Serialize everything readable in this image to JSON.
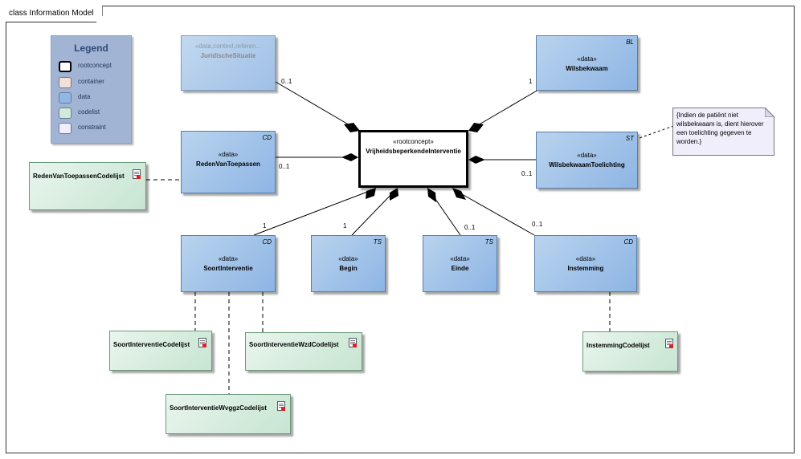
{
  "diagram": {
    "title": "class Information Model"
  },
  "legend": {
    "title": "Legend",
    "items": [
      {
        "label": "rootconcept",
        "color": "#ffffff"
      },
      {
        "label": "container",
        "color": "#f5e0d8"
      },
      {
        "label": "data",
        "color": "#8fb8e6"
      },
      {
        "label": "codelist",
        "color": "#d2eadb"
      },
      {
        "label": "constraint",
        "color": "#efeefa"
      }
    ]
  },
  "root": {
    "stereotype": "«rootconcept»",
    "name": "VrijheidsbeperkendeInterventie"
  },
  "classes": {
    "juridische": {
      "stereotype": "«data,context,referen...",
      "name": "JuridischeSituatie",
      "tag": ""
    },
    "wilsbekwaam": {
      "stereotype": "«data»",
      "name": "Wilsbekwaam",
      "tag": "BL"
    },
    "reden": {
      "stereotype": "«data»",
      "name": "RedenVanToepassen",
      "tag": "CD"
    },
    "toelichting": {
      "stereotype": "«data»",
      "name": "WilsbekwaamToelichting",
      "tag": "ST"
    },
    "soort": {
      "stereotype": "«data»",
      "name": "SoortInterventie",
      "tag": "CD"
    },
    "begin": {
      "stereotype": "«data»",
      "name": "Begin",
      "tag": "TS"
    },
    "einde": {
      "stereotype": "«data»",
      "name": "Einde",
      "tag": "TS"
    },
    "instemming": {
      "stereotype": "«data»",
      "name": "Instemming",
      "tag": "CD"
    }
  },
  "codelists": {
    "reden": "RedenVanToepassenCodelijst",
    "soort": "SoortInterventieCodelijst",
    "soortwzd": "SoortInterventieWzdCodelijst",
    "soortwvggz": "SoortInterventieWvggzCodelijst",
    "instemming": "InstemmingCodelijst"
  },
  "note": {
    "text": "{Indien de patiënt niet wilsbekwaam is, dient hierover een toelichting gegeven te worden.}"
  },
  "multiplicities": {
    "juridische": "0..1",
    "wilsbekwaam": "1",
    "reden": "0..1",
    "toelichting": "0..1",
    "soort": "1",
    "begin": "1",
    "einde": "0..1",
    "instemming": "0..1"
  }
}
